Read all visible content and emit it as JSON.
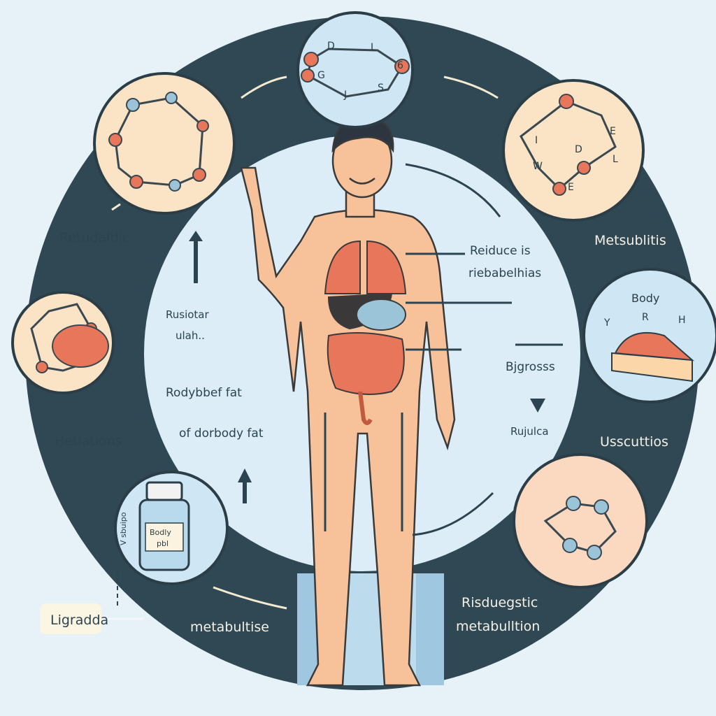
{
  "colors": {
    "background": "#e6f1f8",
    "ring": "#2f4853",
    "inner": "#dcedf7",
    "skin": "#f7c29a",
    "organ": "#e8765a",
    "text_dark": "#2b4450",
    "text_light": "#f4f0e6"
  },
  "ring_labels": {
    "top_left": "Retudaldic",
    "top_right": "Metsublitis",
    "left": "Hetiations",
    "right": "Usscuttios",
    "bottom_center": "metabultise",
    "bottom_right_line1": "Risduegstic",
    "bottom_right_line2": "metabulltion"
  },
  "inner_labels": {
    "upper_right_line1": "Reiduce is",
    "upper_right_line2": "riebabelhias",
    "middle_right": "Bjgrosss",
    "lower_right": "Rujulca",
    "upper_left_line1": "Rusiotar",
    "upper_left_line2": "ulah..",
    "middle_left_line1": "Rodybbef fat",
    "middle_left_line2": "of dorbody fat"
  },
  "callout": "Ligradda",
  "circle_top_letters": [
    "D",
    "L",
    "6",
    "G",
    "J",
    "S"
  ],
  "circle_top_right_letters": [
    "I",
    "E",
    "D",
    "W",
    "L",
    "E"
  ],
  "circle_right": {
    "title": "Body",
    "letters": [
      "Y",
      "R",
      "H"
    ]
  },
  "bottle_label": [
    "Bodly",
    "pbl"
  ],
  "bottle_side_text": "V sbuipo"
}
